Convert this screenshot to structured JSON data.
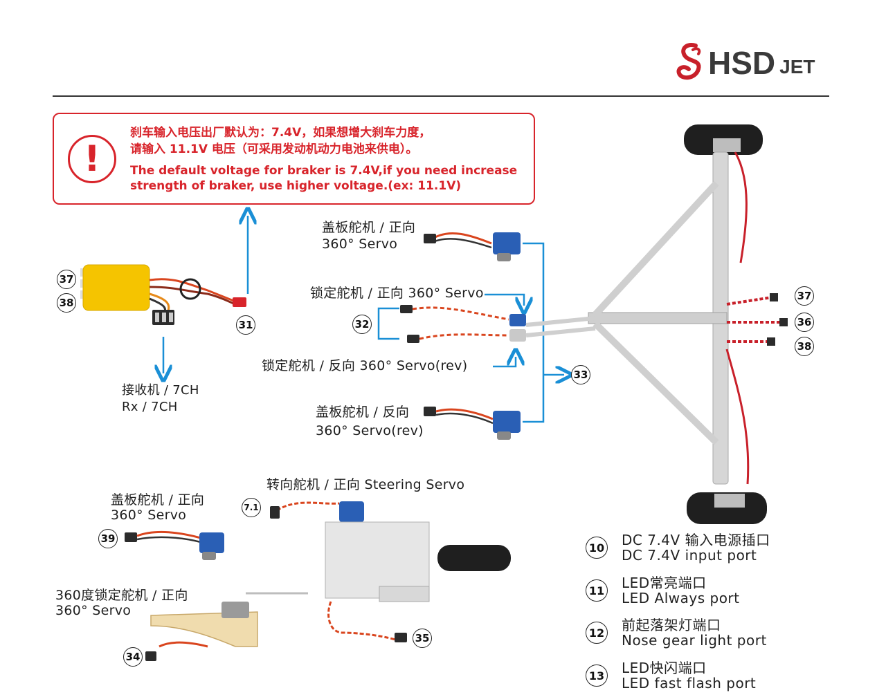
{
  "logo": {
    "text": "HSD",
    "suffix": "JET"
  },
  "warning": {
    "line1_cn": "刹车输入电压出厂默认为：7.4V，如果想增大刹车力度，",
    "line2_cn": "请输入 11.1V 电压（可采用发动机动力电池来供电）。",
    "line3_en": "The default voltage for braker is 7.4V,if you need increase",
    "line4_en": "strength of braker, use higher voltage.(ex: 11.1V)"
  },
  "labels": {
    "cover_servo_fwd_cn": "盖板舵机 / 正向",
    "cover_servo_fwd_en": "360°  Servo",
    "lock_servo_fwd": "锁定舵机 / 正向 360°  Servo",
    "lock_servo_rev": "锁定舵机 / 反向 360°  Servo(rev)",
    "cover_servo_rev_cn": "盖板舵机 / 反向",
    "cover_servo_rev_en": "360°  Servo(rev)",
    "receiver_cn": "接收机 / 7CH",
    "receiver_en": "Rx / 7CH",
    "steering_servo": "转向舵机 / 正向   Steering Servo",
    "cover_servo_fwd2_cn": "盖板舵机 / 正向",
    "cover_servo_fwd2_en": "360°  Servo",
    "lock360_cn": "360度锁定舵机 / 正向",
    "lock360_en": "360°  Servo"
  },
  "numbers": {
    "n37a": "37",
    "n38a": "38",
    "n31": "31",
    "n32": "32",
    "n33": "33",
    "n37b": "37",
    "n36": "36",
    "n38b": "38",
    "n71": "7.1",
    "n39": "39",
    "n35": "35",
    "n34": "34"
  },
  "ports": [
    {
      "num": "10",
      "cn": "DC 7.4V 输入电源插口",
      "en": "DC 7.4V input port"
    },
    {
      "num": "11",
      "cn": "LED常亮端口",
      "en": "LED Always port"
    },
    {
      "num": "12",
      "cn": "前起落架灯端口",
      "en": "Nose gear light port"
    },
    {
      "num": "13",
      "cn": "LED快闪端口",
      "en": "LED fast flash port"
    }
  ],
  "colors": {
    "warning_red": "#d8242b",
    "arrow_blue": "#1a8fd6",
    "logo_red": "#c8202a",
    "module_yellow": "#f5c400",
    "servo_blue": "#2a5fb5"
  }
}
